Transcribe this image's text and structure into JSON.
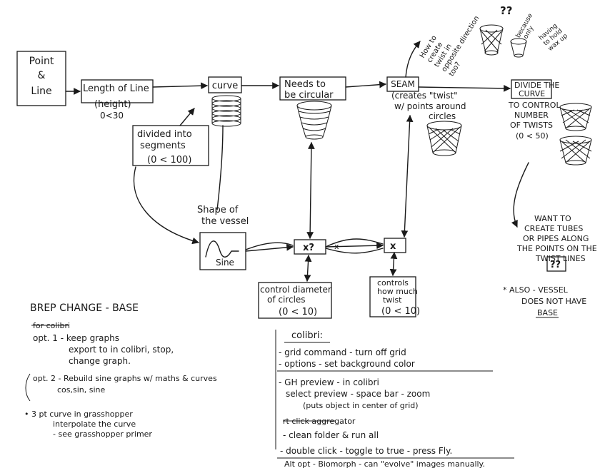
{
  "nodes": {
    "point_line": [
      "Point",
      "&",
      "Line"
    ],
    "length_of_line": [
      "Length of Line",
      "(height)",
      "0<30"
    ],
    "curve": "curve",
    "divided": [
      "divided into",
      "segments",
      "(0 < 100)"
    ],
    "needs_circular": [
      "Needs to",
      "be circular"
    ],
    "seam": [
      "SEAM",
      "(creates \"twist\"",
      "w/ points around",
      "circles"
    ],
    "divide_curve": [
      "DIVIDE THE",
      "CURVE",
      "TO CONTROL",
      "NUMBER",
      "OF TWISTS",
      "(0 < 50)"
    ],
    "shape_label": [
      "Shape of",
      "the vessel"
    ],
    "sine": "Sine",
    "mult1": "x?",
    "mult2": "x",
    "x_small": "x",
    "control_diam": [
      "control diameter",
      "of circles",
      "(0 < 10)"
    ],
    "controls_twist": [
      "controls",
      "how much",
      "twist",
      "(0 < 10)"
    ]
  },
  "notes": {
    "question_top": [
      "How to",
      "create",
      "twist in",
      "opposite direction",
      "too?"
    ],
    "qq": "??",
    "because": [
      "because",
      "only"
    ],
    "having": [
      "having",
      "to hold",
      "wax up"
    ],
    "want_tubes": [
      "WANT TO",
      "CREATE TUBES",
      "OR PIPES ALONG",
      "THE POINTS ON THE",
      "TWIST LINES"
    ],
    "qq_box": "??",
    "also_vessel": [
      "* ALSO - VESSEL",
      "DOES NOT HAVE",
      "BASE"
    ]
  },
  "left_notes": {
    "title": "BREP CHANGE - BASE",
    "crossed": "for colibri",
    "opt1": [
      "opt. 1 -  keep graphs",
      "export to in colibri, stop,",
      "change graph."
    ],
    "opt2": [
      "opt. 2 - Rebuild sine graphs w/ maths & curves",
      "cos,sin, sine"
    ],
    "pt3": [
      "• 3 pt curve in grasshopper",
      "interpolate the curve",
      "- see grasshopper primer"
    ]
  },
  "colibri_notes": {
    "heading": "colibri:",
    "lines": [
      "- grid command - turn off grid",
      "- options - set background color",
      "- GH preview - in colibri",
      "select preview - space bar - zoom",
      "(puts object in center of grid)",
      "rt click aggregator",
      "- clean folder & run all",
      "- double click - toggle to true - press Fly.",
      "Alt opt - Biomorph - can \"evolve\" images manually."
    ]
  }
}
